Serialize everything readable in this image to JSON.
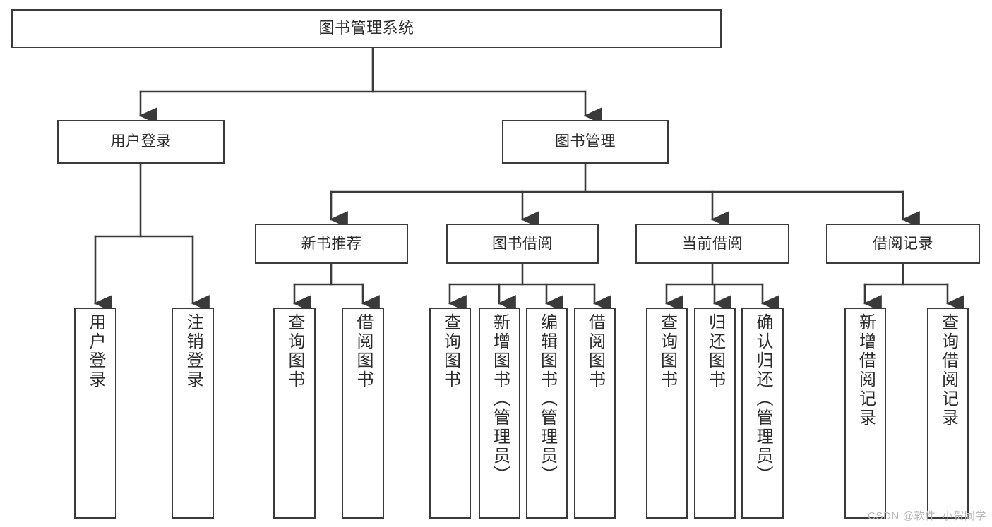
{
  "diagram": {
    "title": "图书管理系统",
    "type": "hierarchy-tree",
    "watermark": "CSDN @软件_小贺同学",
    "colors": {
      "stroke": "#3a3a3a",
      "fill": "#ffffff",
      "text": "#2b2b2b",
      "watermark": "#b9b9b9"
    },
    "levels": {
      "root": {
        "label": "图书管理系统"
      },
      "level1": [
        {
          "label": "用户登录"
        },
        {
          "label": "图书管理"
        }
      ],
      "level2": [
        {
          "label": "新书推荐"
        },
        {
          "label": "图书借阅"
        },
        {
          "label": "当前借阅"
        },
        {
          "label": "借阅记录"
        }
      ],
      "leaves": {
        "user_login": [
          {
            "label": "用户登录"
          },
          {
            "label": "注销登录"
          }
        ],
        "new_book": [
          {
            "label": "查询图书"
          },
          {
            "label": "借阅图书"
          }
        ],
        "book_borrow": [
          {
            "label": "查询图书"
          },
          {
            "label": "新增图书（管理员）"
          },
          {
            "label": "编辑图书（管理员）"
          },
          {
            "label": "借阅图书"
          }
        ],
        "current_borrow": [
          {
            "label": "查询图书"
          },
          {
            "label": "归还图书"
          },
          {
            "label": "确认归还（管理员）"
          }
        ],
        "borrow_record": [
          {
            "label": "新增借阅记录"
          },
          {
            "label": "查询借阅记录"
          }
        ]
      }
    }
  }
}
